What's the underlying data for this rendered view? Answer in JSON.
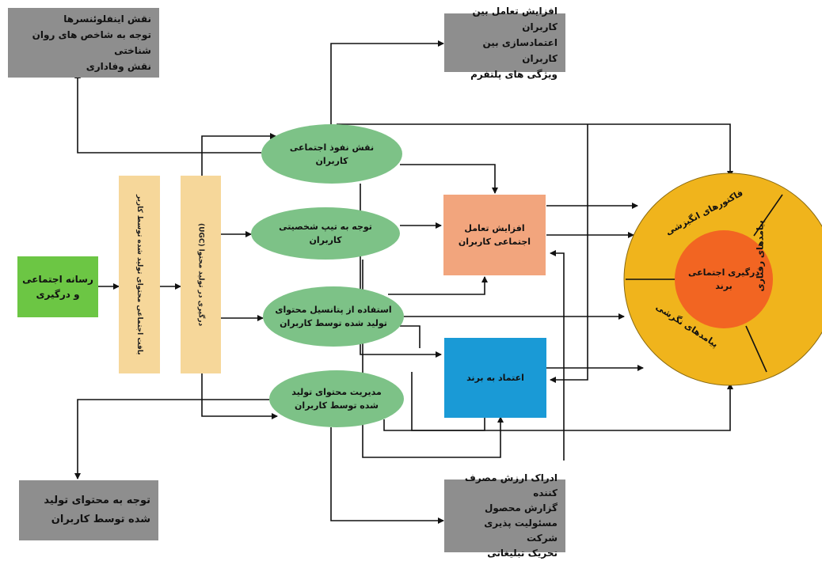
{
  "colors": {
    "gray_box": "#8e8e8e",
    "green_box": "#6cc644",
    "vertical_box": "#f6d79a",
    "ellipse": "#7dc287",
    "orange_box": "#f2a57d",
    "blue_box": "#1a9ad6",
    "outer_circle": "#f0b41c",
    "inner_circle": "#f26522"
  },
  "boxes": {
    "top_left": [
      "نقش اینفلوئنسرها",
      "توجه به شاخص های روان شناختی",
      "نقش وفاداری"
    ],
    "top_right": [
      "افزایش تعامل بین کاربران",
      "اعتمادسازی بین کاربران",
      "ویژگی های پلتفرم"
    ],
    "bottom_left": [
      "توجه به محتوای تولید",
      "شده توسط کاربران"
    ],
    "bottom_right": [
      "ادراک ارزش مصرف کننده",
      "گزارش محصول",
      "مسئولیت پذیری شرکت",
      "تحریک تبلیغاتی"
    ]
  },
  "social_media": [
    "رسانه اجتماعی",
    "و درگیری"
  ],
  "vertical_1": "بافت اجتماعی محتوای تولید شده توسط کاربر",
  "vertical_2": "درگیری در تولید محتوا (UGC)",
  "ellipses": {
    "e1": [
      "نقش نفوذ اجتماعی",
      "کاربران"
    ],
    "e2": [
      "توجه به تیپ شخصیتی",
      "کاربران"
    ],
    "e3": [
      "استفاده از پتانسیل محتوای",
      "تولید شده توسط کاربران"
    ],
    "e4": [
      "مدیریت محتوای تولید",
      "شده توسط کاربران"
    ]
  },
  "interaction": [
    "افزایش تعامل",
    "اجتماعی کاربران"
  ],
  "trust": "اعتماد به برند",
  "circle": {
    "center": [
      "درگیری اجتماعی",
      "برند"
    ],
    "seg_top": "فاکتورهای انگیزشی",
    "seg_right": "پیامدهای رفتاری",
    "seg_left": "پیامدهای نگرشی"
  }
}
